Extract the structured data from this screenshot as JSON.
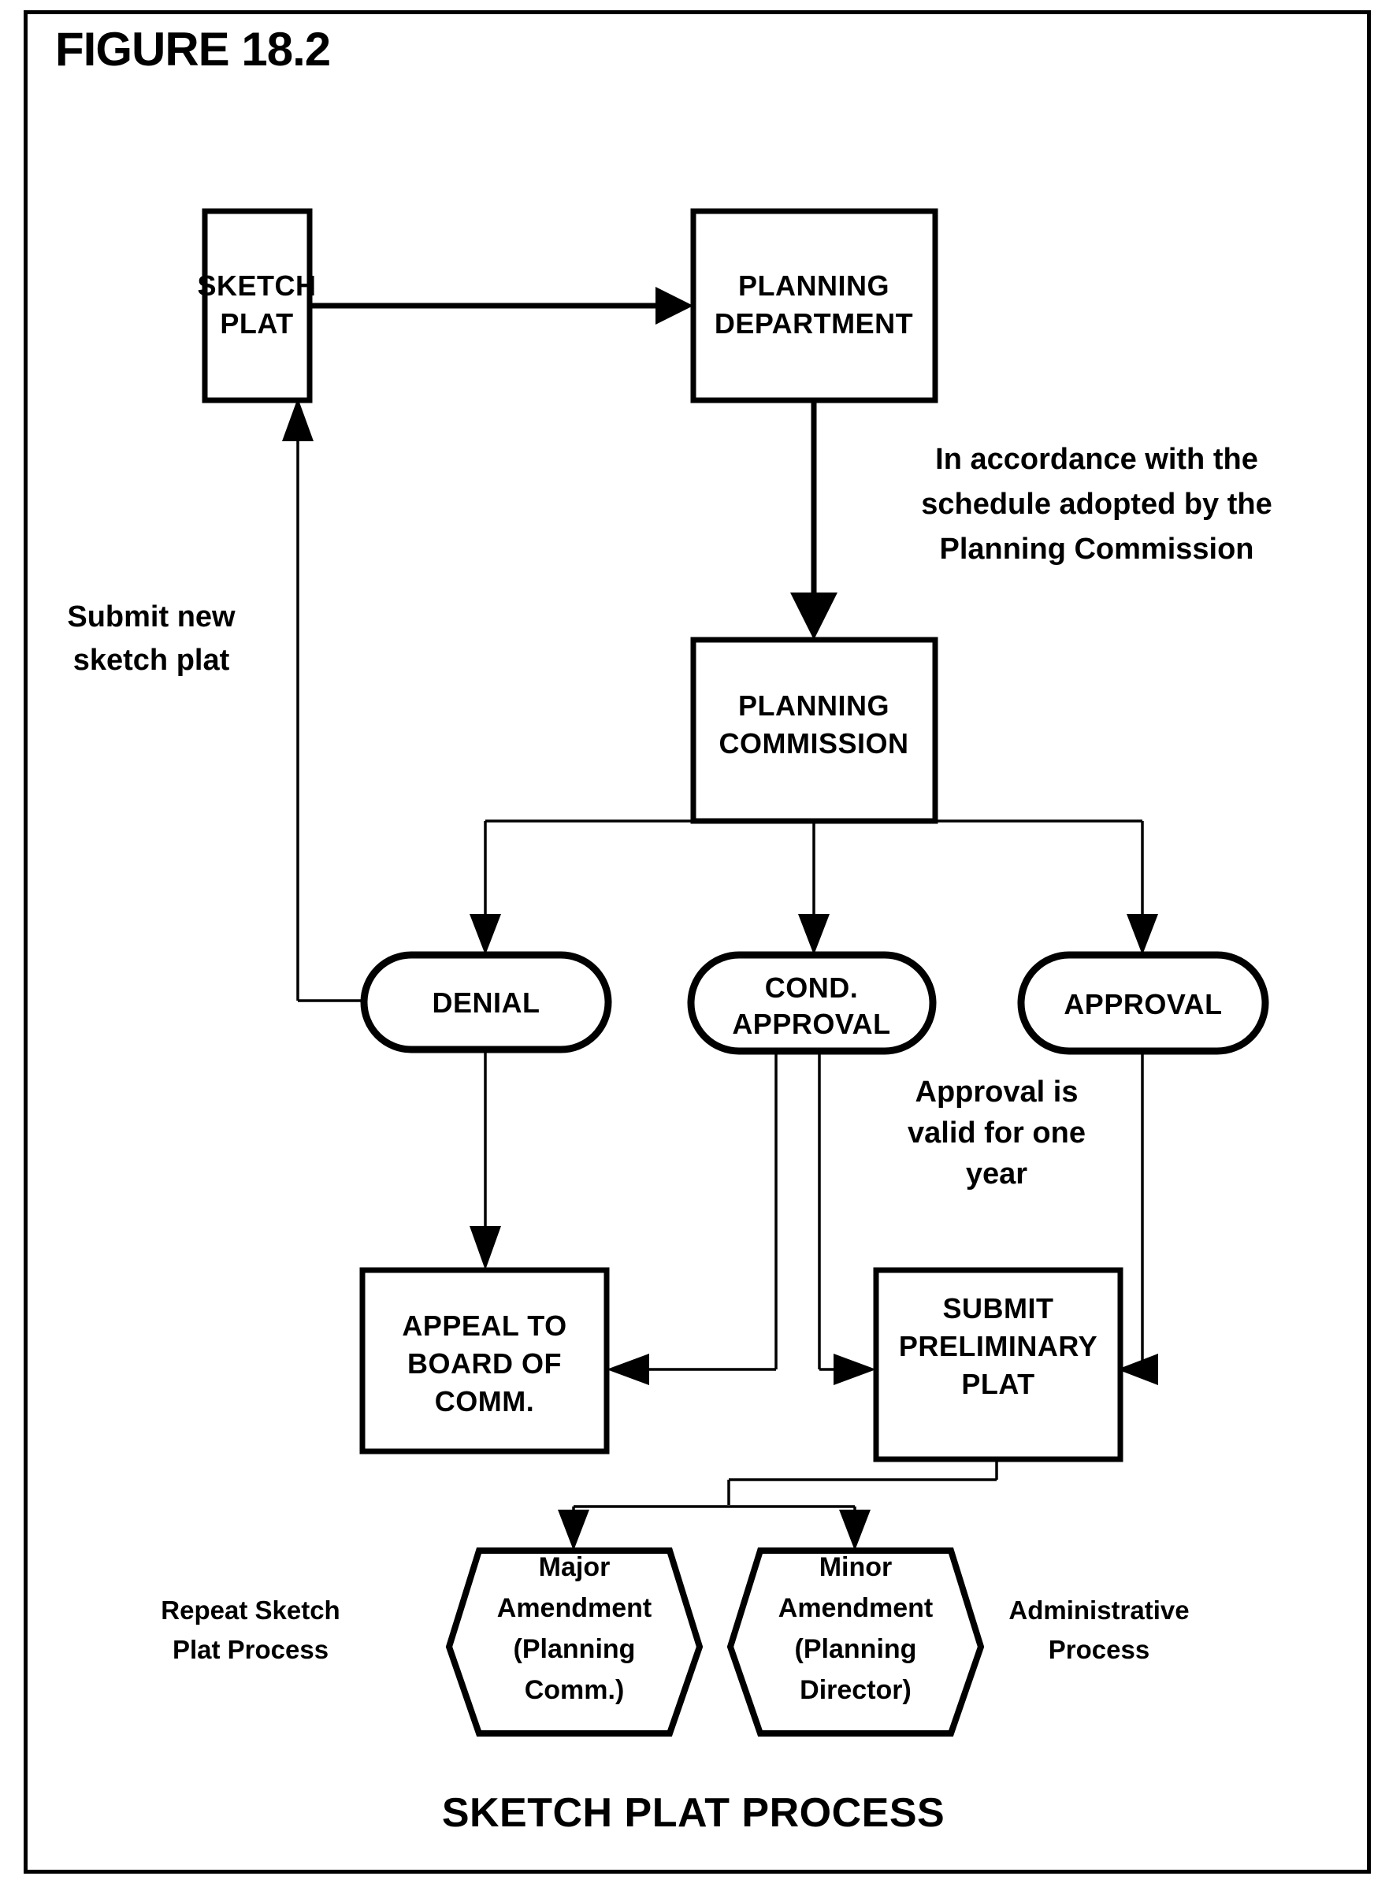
{
  "figure": {
    "number_label": "FIGURE 18.2",
    "caption": "SKETCH PLAT PROCESS"
  },
  "nodes": {
    "sketch_plat": {
      "line1": "SKETCH",
      "line2": "PLAT"
    },
    "planning_department": {
      "line1": "PLANNING",
      "line2": "DEPARTMENT"
    },
    "planning_commission": {
      "line1": "PLANNING",
      "line2": "COMMISSION"
    },
    "denial": {
      "line1": "DENIAL"
    },
    "cond_approval": {
      "line1": "COND.",
      "line2": "APPROVAL"
    },
    "approval": {
      "line1": "APPROVAL"
    },
    "appeal_board": {
      "line1": "APPEAL TO",
      "line2": "BOARD OF",
      "line3": "COMM."
    },
    "submit_preliminary": {
      "line1": "SUBMIT",
      "line2": "PRELIMINARY",
      "line3": "PLAT"
    },
    "major_amendment": {
      "line1": "Major",
      "line2": "Amendment",
      "line3": "(Planning",
      "line4": "Comm.)"
    },
    "minor_amendment": {
      "line1": "Minor",
      "line2": "Amendment",
      "line3": "(Planning",
      "line4": "Director)"
    }
  },
  "annotations": {
    "schedule": {
      "line1": "In accordance with the",
      "line2": "schedule adopted by the",
      "line3": "Planning Commission"
    },
    "submit_new": {
      "line1": "Submit new",
      "line2": "sketch plat"
    },
    "approval_valid": {
      "line1": "Approval is",
      "line2": "valid for one",
      "line3": "year"
    },
    "repeat_process": {
      "line1": "Repeat Sketch",
      "line2": "Plat Process"
    },
    "admin_process": {
      "line1": "Administrative",
      "line2": "Process"
    }
  },
  "chart_data": {
    "type": "diagram",
    "title": "SKETCH PLAT PROCESS",
    "shapes": [
      {
        "id": "sketch_plat",
        "shape": "rect",
        "text": "SKETCH PLAT"
      },
      {
        "id": "planning_department",
        "shape": "rect",
        "text": "PLANNING DEPARTMENT"
      },
      {
        "id": "planning_commission",
        "shape": "rect",
        "text": "PLANNING COMMISSION"
      },
      {
        "id": "denial",
        "shape": "stadium",
        "text": "DENIAL"
      },
      {
        "id": "cond_approval",
        "shape": "stadium",
        "text": "COND. APPROVAL"
      },
      {
        "id": "approval",
        "shape": "stadium",
        "text": "APPROVAL"
      },
      {
        "id": "appeal_board",
        "shape": "rect",
        "text": "APPEAL TO BOARD OF COMM."
      },
      {
        "id": "submit_preliminary",
        "shape": "rect",
        "text": "SUBMIT PRELIMINARY PLAT"
      },
      {
        "id": "major_amendment",
        "shape": "hexagon",
        "text": "Major Amendment (Planning Comm.)"
      },
      {
        "id": "minor_amendment",
        "shape": "hexagon",
        "text": "Minor Amendment (Planning Director)"
      }
    ],
    "edges": [
      {
        "from": "sketch_plat",
        "to": "planning_department",
        "label": ""
      },
      {
        "from": "planning_department",
        "to": "planning_commission",
        "label": "In accordance with the schedule adopted by the Planning Commission"
      },
      {
        "from": "planning_commission",
        "to": "denial",
        "label": ""
      },
      {
        "from": "planning_commission",
        "to": "cond_approval",
        "label": ""
      },
      {
        "from": "planning_commission",
        "to": "approval",
        "label": ""
      },
      {
        "from": "denial",
        "to": "sketch_plat",
        "label": "Submit new sketch plat"
      },
      {
        "from": "denial",
        "to": "appeal_board",
        "label": ""
      },
      {
        "from": "cond_approval",
        "to": "appeal_board",
        "label": ""
      },
      {
        "from": "cond_approval",
        "to": "submit_preliminary",
        "label": ""
      },
      {
        "from": "approval",
        "to": "submit_preliminary",
        "label": "Approval is valid for one year"
      },
      {
        "from": "submit_preliminary",
        "to": "major_amendment",
        "label": "Repeat Sketch Plat Process"
      },
      {
        "from": "submit_preliminary",
        "to": "minor_amendment",
        "label": "Administrative Process"
      }
    ]
  }
}
